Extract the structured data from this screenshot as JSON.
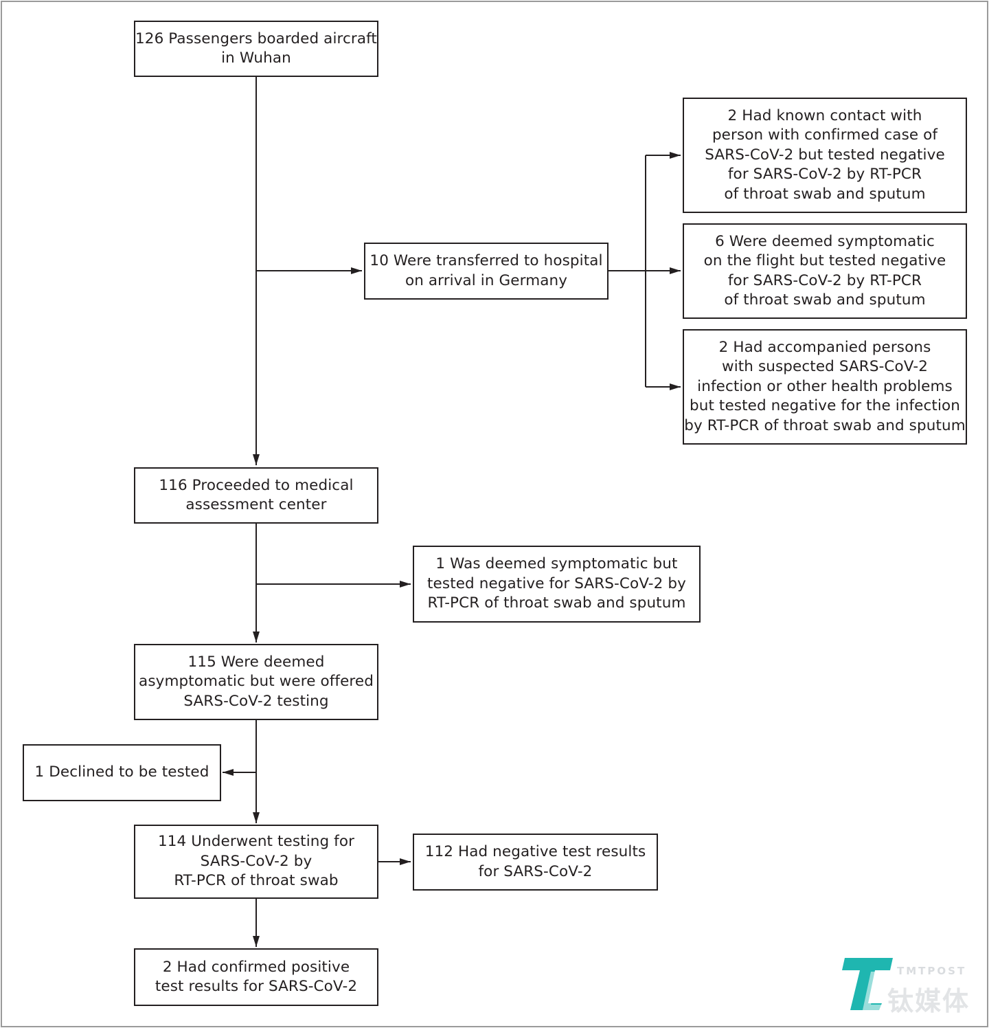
{
  "boxes": {
    "boarded": "126 Passengers boarded aircraft\nin Wuhan",
    "transferred": "10 Were transferred to hospital\non arrival in Germany",
    "contact": "2 Had known contact with\nperson with confirmed case of\nSARS-CoV-2 but tested negative\nfor SARS-CoV-2 by RT-PCR\nof throat swab and sputum",
    "symptomatic_flight": "6 Were deemed symptomatic\non the flight but tested negative\nfor SARS-CoV-2 by RT-PCR\nof throat swab and sputum",
    "accompanied": "2 Had accompanied persons\nwith suspected SARS-CoV-2\ninfection or other health problems\nbut tested negative for the infection\nby RT-PCR of throat swab and sputum",
    "proceeded": "116 Proceeded to medical\nassessment center",
    "symptomatic_one": "1 Was deemed symptomatic but\ntested negative for SARS-CoV-2 by\nRT-PCR of throat swab and sputum",
    "asymptomatic": "115 Were deemed\nasymptomatic but were offered\nSARS-CoV-2 testing",
    "declined": "1 Declined to be tested",
    "underwent": "114 Underwent testing for\nSARS-CoV-2 by\nRT-PCR of throat swab",
    "negative": "112 Had negative test results\nfor SARS-CoV-2",
    "positive": "2 Had confirmed positive\ntest results for SARS-CoV-2"
  },
  "watermark": {
    "latin": "TMTPOST",
    "chinese": "钛媒体",
    "accent_color": "#1fb6b0"
  },
  "colors": {
    "line": "#231f20",
    "frame": "#9a9a9a"
  }
}
